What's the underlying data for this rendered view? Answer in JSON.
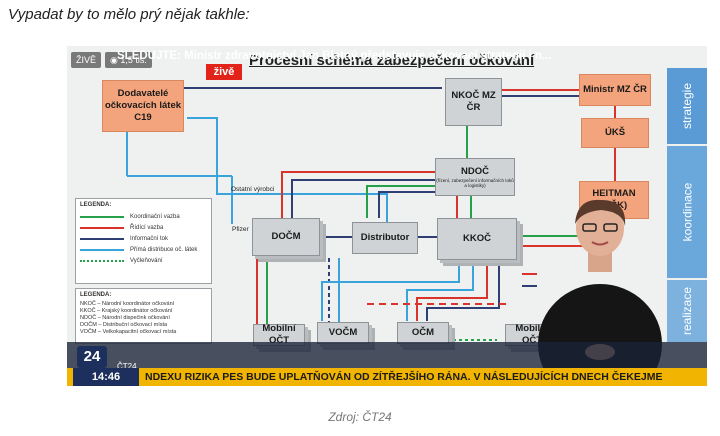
{
  "article": {
    "intro": "Vypadat by to mělo prý nějak takhle:",
    "caption": "Zdroj: ČT24"
  },
  "video": {
    "badge_live": "ŽIVĚ",
    "views": "1,5 tis.",
    "live_red": "živě",
    "diagram_title": "Procesní schéma zabezpečení očkování",
    "boxes": {
      "suppliers": "Dodavatelé očkovacích látek C19",
      "nkoc": "NKOČ MZ ČR",
      "ministr": "Ministr MZ ČR",
      "uks": "ÚKŠ",
      "ndoc": "NDOČ",
      "ndoc_sub": "(řízení, zabezpečení informačních toků a logistiky)",
      "heitman": "HEITMAN (KŠK)",
      "docm": "DOČM",
      "distributor": "Distributor",
      "kkoc": "KKOČ",
      "mobilni1": "Mobilní OČT",
      "vocm": "VOČM",
      "ocm": "OČM",
      "mobilni2": "Mobilní OČT"
    },
    "labels": {
      "ostatni": "Ostatní výrobci",
      "pfizer": "Pfizer"
    },
    "side_labels": [
      "strategie",
      "koordinace",
      "realizace"
    ],
    "legend": {
      "title": "LEGENDA:",
      "items": [
        {
          "label": "Koordinační vazba",
          "color": "#27a04a",
          "style": "solid"
        },
        {
          "label": "Řídící vazba",
          "color": "#d9342b",
          "style": "solid"
        },
        {
          "label": "Informační tok",
          "color": "#2f3f73",
          "style": "solid"
        },
        {
          "label": "Přímá distribuce oč. látek",
          "color": "#39a3dc",
          "style": "solid"
        },
        {
          "label": "Vyčleňování",
          "color": "#27a04a",
          "style": "dotted"
        }
      ]
    },
    "legend2": {
      "title": "LEGENDA:",
      "lines": [
        "NKOČ – Národní koordinátor očkování",
        "KKOČ – Krajský koordinátor očkování",
        "NDOČ – Národní dispečink očkování",
        "DOČM – Distribuční očkovací místa",
        "VOČM – Velkokapacitní očkovací místa"
      ]
    },
    "ticker": "SLEDUJTE: Ministr zdravotnictví Jan Blatný představuje očkovací strategii i n...",
    "channel_logo": "24",
    "channel_name": "ČT24",
    "time": "14:46",
    "bottom_ticker": "NDEXU RIZIKA PES BUDE UPLATŇOVÁN OD ZÍTŘEJŠÍHO RÁNA. V NÁSLEDUJÍCÍCH DNECH ČEKEJME"
  }
}
